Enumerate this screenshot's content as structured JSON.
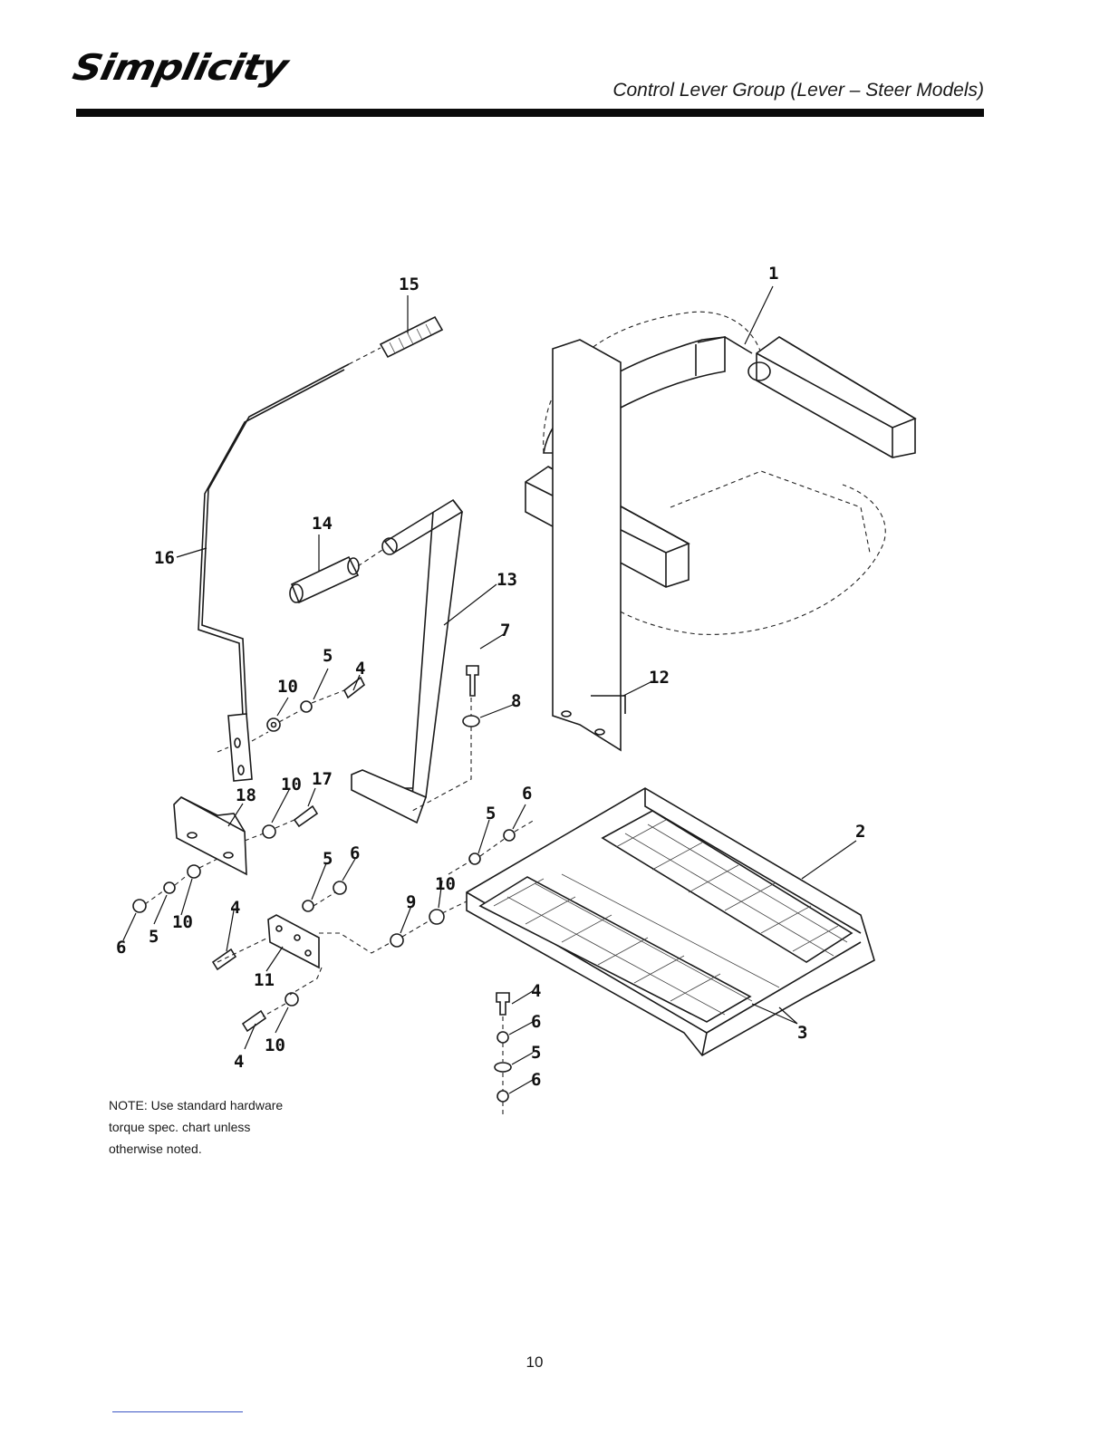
{
  "header": {
    "logo_text": "Simplicity",
    "title": "Control Lever Group (Lever – Steer Models)"
  },
  "callouts": [
    "1",
    "2",
    "3",
    "4",
    "5",
    "6",
    "7",
    "8",
    "9",
    "10",
    "11",
    "12",
    "13",
    "14",
    "15",
    "16",
    "17",
    "18"
  ],
  "note": {
    "line1": "NOTE: Use standard hardware",
    "line2": "torque spec. chart unless",
    "line3": "otherwise noted."
  },
  "footer": {
    "page_number": "10"
  }
}
